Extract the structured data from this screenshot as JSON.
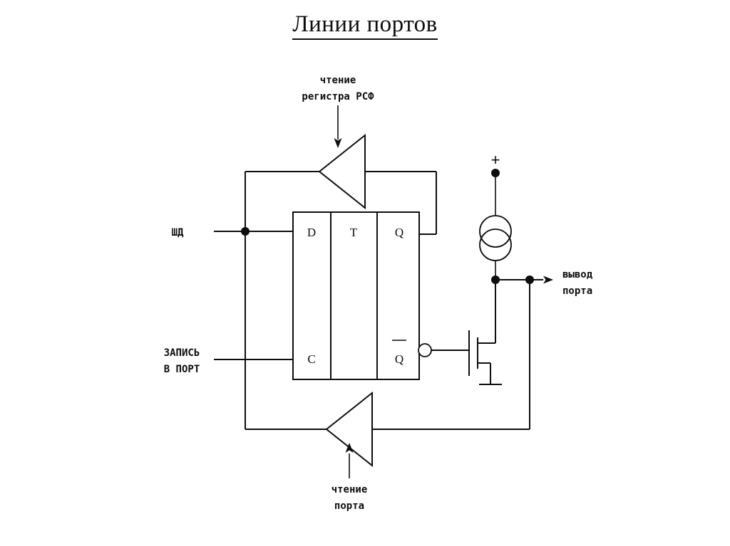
{
  "page": {
    "title": "Линии портов",
    "background_color": "#ffffff",
    "line_color": "#0d0d0d"
  },
  "labels": {
    "read_register": {
      "line1": "чтение",
      "line2": "регистра РСФ"
    },
    "data_bus": "ШД",
    "write_port": {
      "line1": "ЗАПИСЬ",
      "line2": "В ПОРТ"
    },
    "port_output": {
      "line1": "вывод",
      "line2": "порта"
    },
    "read_port": {
      "line1": "чтение",
      "line2": "порта"
    },
    "supply_plus": "+"
  },
  "flipflop": {
    "pins": {
      "d": "D",
      "t": "T",
      "q": "Q",
      "c": "C",
      "q_inv": "Q"
    }
  },
  "components": [
    {
      "name": "top-buffer",
      "type": "tri-state-buffer",
      "direction": "left"
    },
    {
      "name": "bottom-buffer",
      "type": "tri-state-buffer",
      "direction": "left"
    },
    {
      "name": "d-flip-flop",
      "type": "register"
    },
    {
      "name": "current-source",
      "type": "current-source"
    },
    {
      "name": "output-mosfet",
      "type": "n-mosfet"
    },
    {
      "name": "ground",
      "type": "ground"
    }
  ]
}
